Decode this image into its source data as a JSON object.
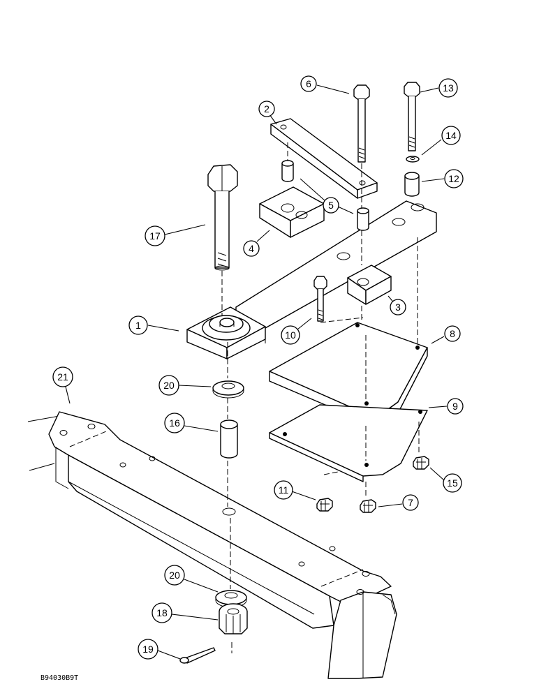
{
  "diagram": {
    "drawing_code": "B94030B9T",
    "callouts": [
      {
        "id": "c1",
        "label": "1"
      },
      {
        "id": "c2",
        "label": "2"
      },
      {
        "id": "c3",
        "label": "3"
      },
      {
        "id": "c4",
        "label": "4"
      },
      {
        "id": "c5",
        "label": "5"
      },
      {
        "id": "c6",
        "label": "6"
      },
      {
        "id": "c7",
        "label": "7"
      },
      {
        "id": "c8",
        "label": "8"
      },
      {
        "id": "c9",
        "label": "9"
      },
      {
        "id": "c10",
        "label": "10"
      },
      {
        "id": "c11",
        "label": "11"
      },
      {
        "id": "c12",
        "label": "12"
      },
      {
        "id": "c13",
        "label": "13"
      },
      {
        "id": "c14",
        "label": "14"
      },
      {
        "id": "c15",
        "label": "15"
      },
      {
        "id": "c16",
        "label": "16"
      },
      {
        "id": "c17",
        "label": "17"
      },
      {
        "id": "c18",
        "label": "18"
      },
      {
        "id": "c19",
        "label": "19"
      },
      {
        "id": "c20a",
        "label": "20"
      },
      {
        "id": "c20b",
        "label": "20"
      },
      {
        "id": "c21",
        "label": "21"
      }
    ]
  }
}
